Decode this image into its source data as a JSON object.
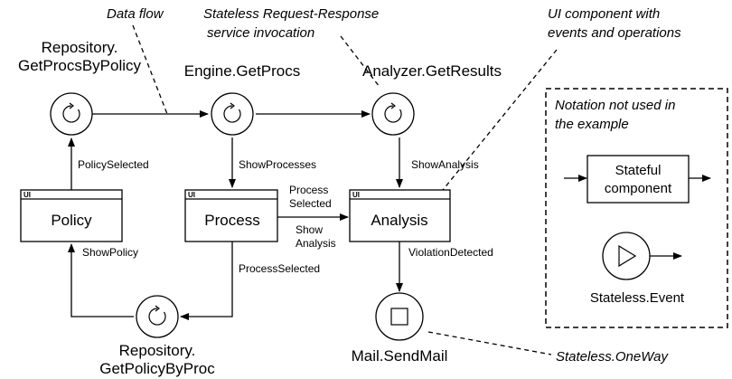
{
  "services": {
    "repo_get_procs": {
      "line1": "Repository.",
      "line2": "GetProcsByPolicy"
    },
    "engine": {
      "label": "Engine.GetProcs"
    },
    "analyzer": {
      "label": "Analyzer.GetResults"
    },
    "repo_get_policy": {
      "line1": "Repository.",
      "line2": "GetPolicyByProc"
    },
    "mail": {
      "label": "Mail.SendMail"
    }
  },
  "components": {
    "tag": "UI",
    "policy": "Policy",
    "process": "Process",
    "analysis": "Analysis"
  },
  "edges": {
    "policy_selected": "PolicySelected",
    "show_processes": "ShowProcesses",
    "process_selected_1": "Process",
    "process_selected_2": "Selected",
    "show_analysis_side_1": "Show",
    "show_analysis_side_2": "Analysis",
    "show_analysis": "ShowAnalysis",
    "show_policy": "ShowPolicy",
    "process_selected_bottom": "ProcessSelected",
    "violation_detected": "ViolationDetected"
  },
  "annotations": {
    "data_flow": "Data flow",
    "stateless_rr_1": "Stateless Request-Response",
    "stateless_rr_2": "service invocation",
    "ui_component_1": "UI component with",
    "ui_component_2": "events and operations",
    "stateless_oneway": "Stateless.OneWay"
  },
  "legend": {
    "title_1": "Notation not used in",
    "title_2": "the example",
    "stateful_1": "Stateful",
    "stateful_2": "component",
    "stateless_event": "Stateless.Event"
  }
}
